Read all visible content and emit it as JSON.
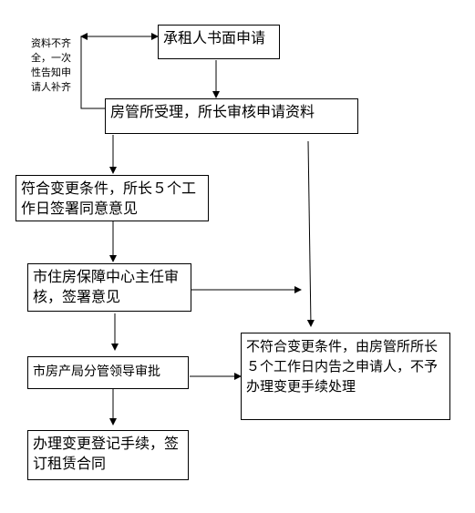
{
  "flowchart": {
    "nodes": {
      "apply": "承租人书面申请",
      "accept": "房管所受理，所长审核申请资料",
      "meets": "符合变更条件，所长５个工作日签署同意意见",
      "center": "市住房保障中心主任审核，签署意见",
      "bureau": "市房产局分管领导审批",
      "register": "办理变更登记手续，签订租赁合同",
      "reject": "不符合变更条件，由房管所所长５个工作日内告之申请人，不予办理变更手续处理"
    },
    "side_note": "资料不齐全，一次性告知申请人补齐"
  }
}
